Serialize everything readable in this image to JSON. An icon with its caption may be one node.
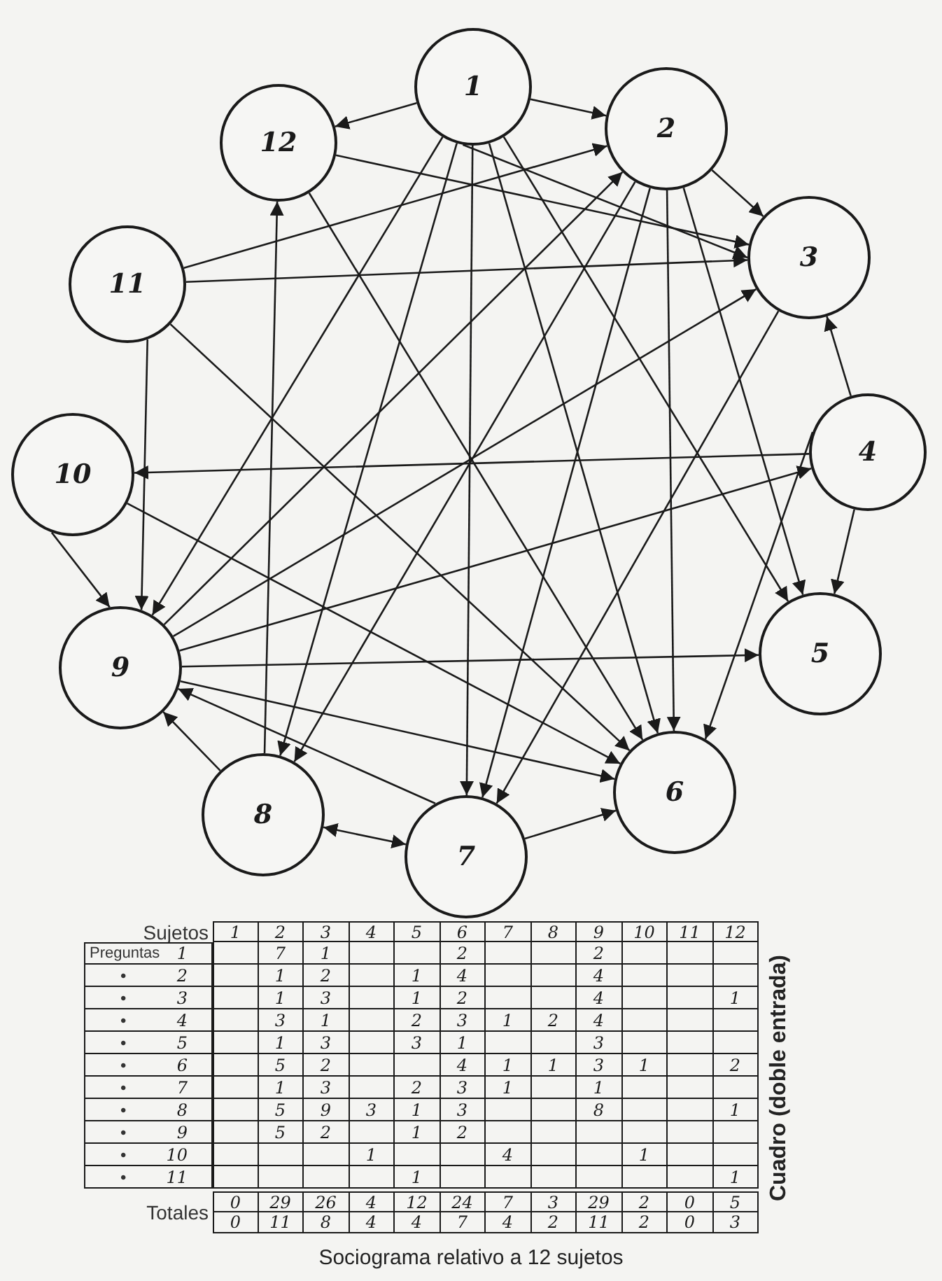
{
  "diagram": {
    "caption": "Sociograma relativo a 12 sujetos",
    "nodes": [
      {
        "text": [
          "1"
        ]
      },
      {
        "text": [
          "2"
        ]
      },
      {
        "text": [
          "3"
        ]
      },
      {
        "text": [
          "4"
        ]
      },
      {
        "text": [
          "5"
        ]
      },
      {
        "text": [
          "6"
        ]
      },
      {
        "text": [
          "7"
        ]
      },
      {
        "text": [
          "8"
        ]
      },
      {
        "text": [
          "9"
        ]
      },
      {
        "text": [
          "10"
        ]
      },
      {
        "text": [
          "11"
        ]
      },
      {
        "text": [
          "12"
        ]
      }
    ],
    "edges": [
      {
        "from": 0,
        "to": 11,
        "arrow": "to"
      },
      {
        "from": 0,
        "to": 1,
        "arrow": "to"
      },
      {
        "from": 1,
        "to": 2,
        "arrow": "to"
      },
      {
        "from": 3,
        "to": 2,
        "arrow": "to"
      },
      {
        "from": 3,
        "to": 4,
        "arrow": "to"
      },
      {
        "from": 7,
        "to": 6,
        "arrow": "both"
      },
      {
        "from": 6,
        "to": 5,
        "arrow": "to"
      },
      {
        "from": 9,
        "to": 8,
        "arrow": "to"
      },
      {
        "from": 7,
        "to": 8,
        "arrow": "to"
      },
      {
        "from": 10,
        "to": 8,
        "arrow": "to"
      },
      {
        "from": 7,
        "to": 11,
        "arrow": "to"
      },
      {
        "from": 11,
        "to": 2,
        "arrow": "to"
      },
      {
        "from": 1,
        "to": 5,
        "arrow": "to"
      },
      {
        "from": 1,
        "to": 4,
        "arrow": "to"
      },
      {
        "from": 8,
        "to": 5,
        "arrow": "to"
      },
      {
        "from": 8,
        "to": 1,
        "arrow": "to"
      },
      {
        "from": 8,
        "to": 2,
        "arrow": "to"
      },
      {
        "from": 8,
        "to": 4,
        "arrow": "to"
      },
      {
        "from": 8,
        "to": 3,
        "arrow": "to"
      },
      {
        "from": 3,
        "to": 9,
        "arrow": "to"
      },
      {
        "from": 10,
        "to": 2,
        "arrow": "to"
      },
      {
        "from": 10,
        "to": 1,
        "arrow": "to"
      },
      {
        "from": 10,
        "to": 5,
        "arrow": "to"
      },
      {
        "from": 0,
        "to": 6,
        "arrow": "to"
      },
      {
        "from": 0,
        "to": 7,
        "arrow": "to"
      },
      {
        "from": 0,
        "to": 8,
        "arrow": "to"
      },
      {
        "from": 0,
        "to": 5,
        "arrow": "to"
      },
      {
        "from": 0,
        "to": 4,
        "arrow": "to"
      },
      {
        "from": 0,
        "to": 2,
        "arrow": "to"
      },
      {
        "from": 1,
        "to": 7,
        "arrow": "to"
      },
      {
        "from": 11,
        "to": 5,
        "arrow": "to"
      },
      {
        "from": 9,
        "to": 5,
        "arrow": "to"
      },
      {
        "from": 2,
        "to": 6,
        "arrow": "to"
      },
      {
        "from": 3,
        "to": 5,
        "arrow": "to"
      },
      {
        "from": 6,
        "to": 8,
        "arrow": "to"
      },
      {
        "from": 1,
        "to": 6,
        "arrow": "to"
      }
    ],
    "labels": [
      "Sujetos",
      "1",
      "2",
      "3",
      "4",
      "5",
      "6",
      "7",
      "8",
      "9",
      "10",
      "11",
      "12",
      "Preguntas",
      "1",
      "7",
      "1",
      "2",
      "2",
      "•",
      "2",
      "1",
      "2",
      "1",
      "4",
      "4",
      "•",
      "3",
      "1",
      "3",
      "1",
      "2",
      "4",
      "1",
      "•",
      "4",
      "3",
      "1",
      "2",
      "3",
      "1",
      "2",
      "4",
      "•",
      "5",
      "1",
      "3",
      "3",
      "1",
      "3",
      "•",
      "6",
      "5",
      "2",
      "4",
      "1",
      "1",
      "3",
      "1",
      "2",
      "•",
      "7",
      "1",
      "3",
      "2",
      "3",
      "1",
      "1",
      "•",
      "8",
      "5",
      "9",
      "3",
      "1",
      "3",
      "8",
      "1",
      "•",
      "9",
      "5",
      "2",
      "1",
      "2",
      "•",
      "10",
      "1",
      "4",
      "1",
      "•",
      "11",
      "1",
      "1",
      "Totales",
      "0",
      "29",
      "26",
      "4",
      "12",
      "24",
      "7",
      "3",
      "29",
      "2",
      "0",
      "5",
      "0",
      "11",
      "8",
      "4",
      "4",
      "7",
      "4",
      "2",
      "11",
      "2",
      "0",
      "3",
      "Cuadro (doble entrada)"
    ]
  }
}
